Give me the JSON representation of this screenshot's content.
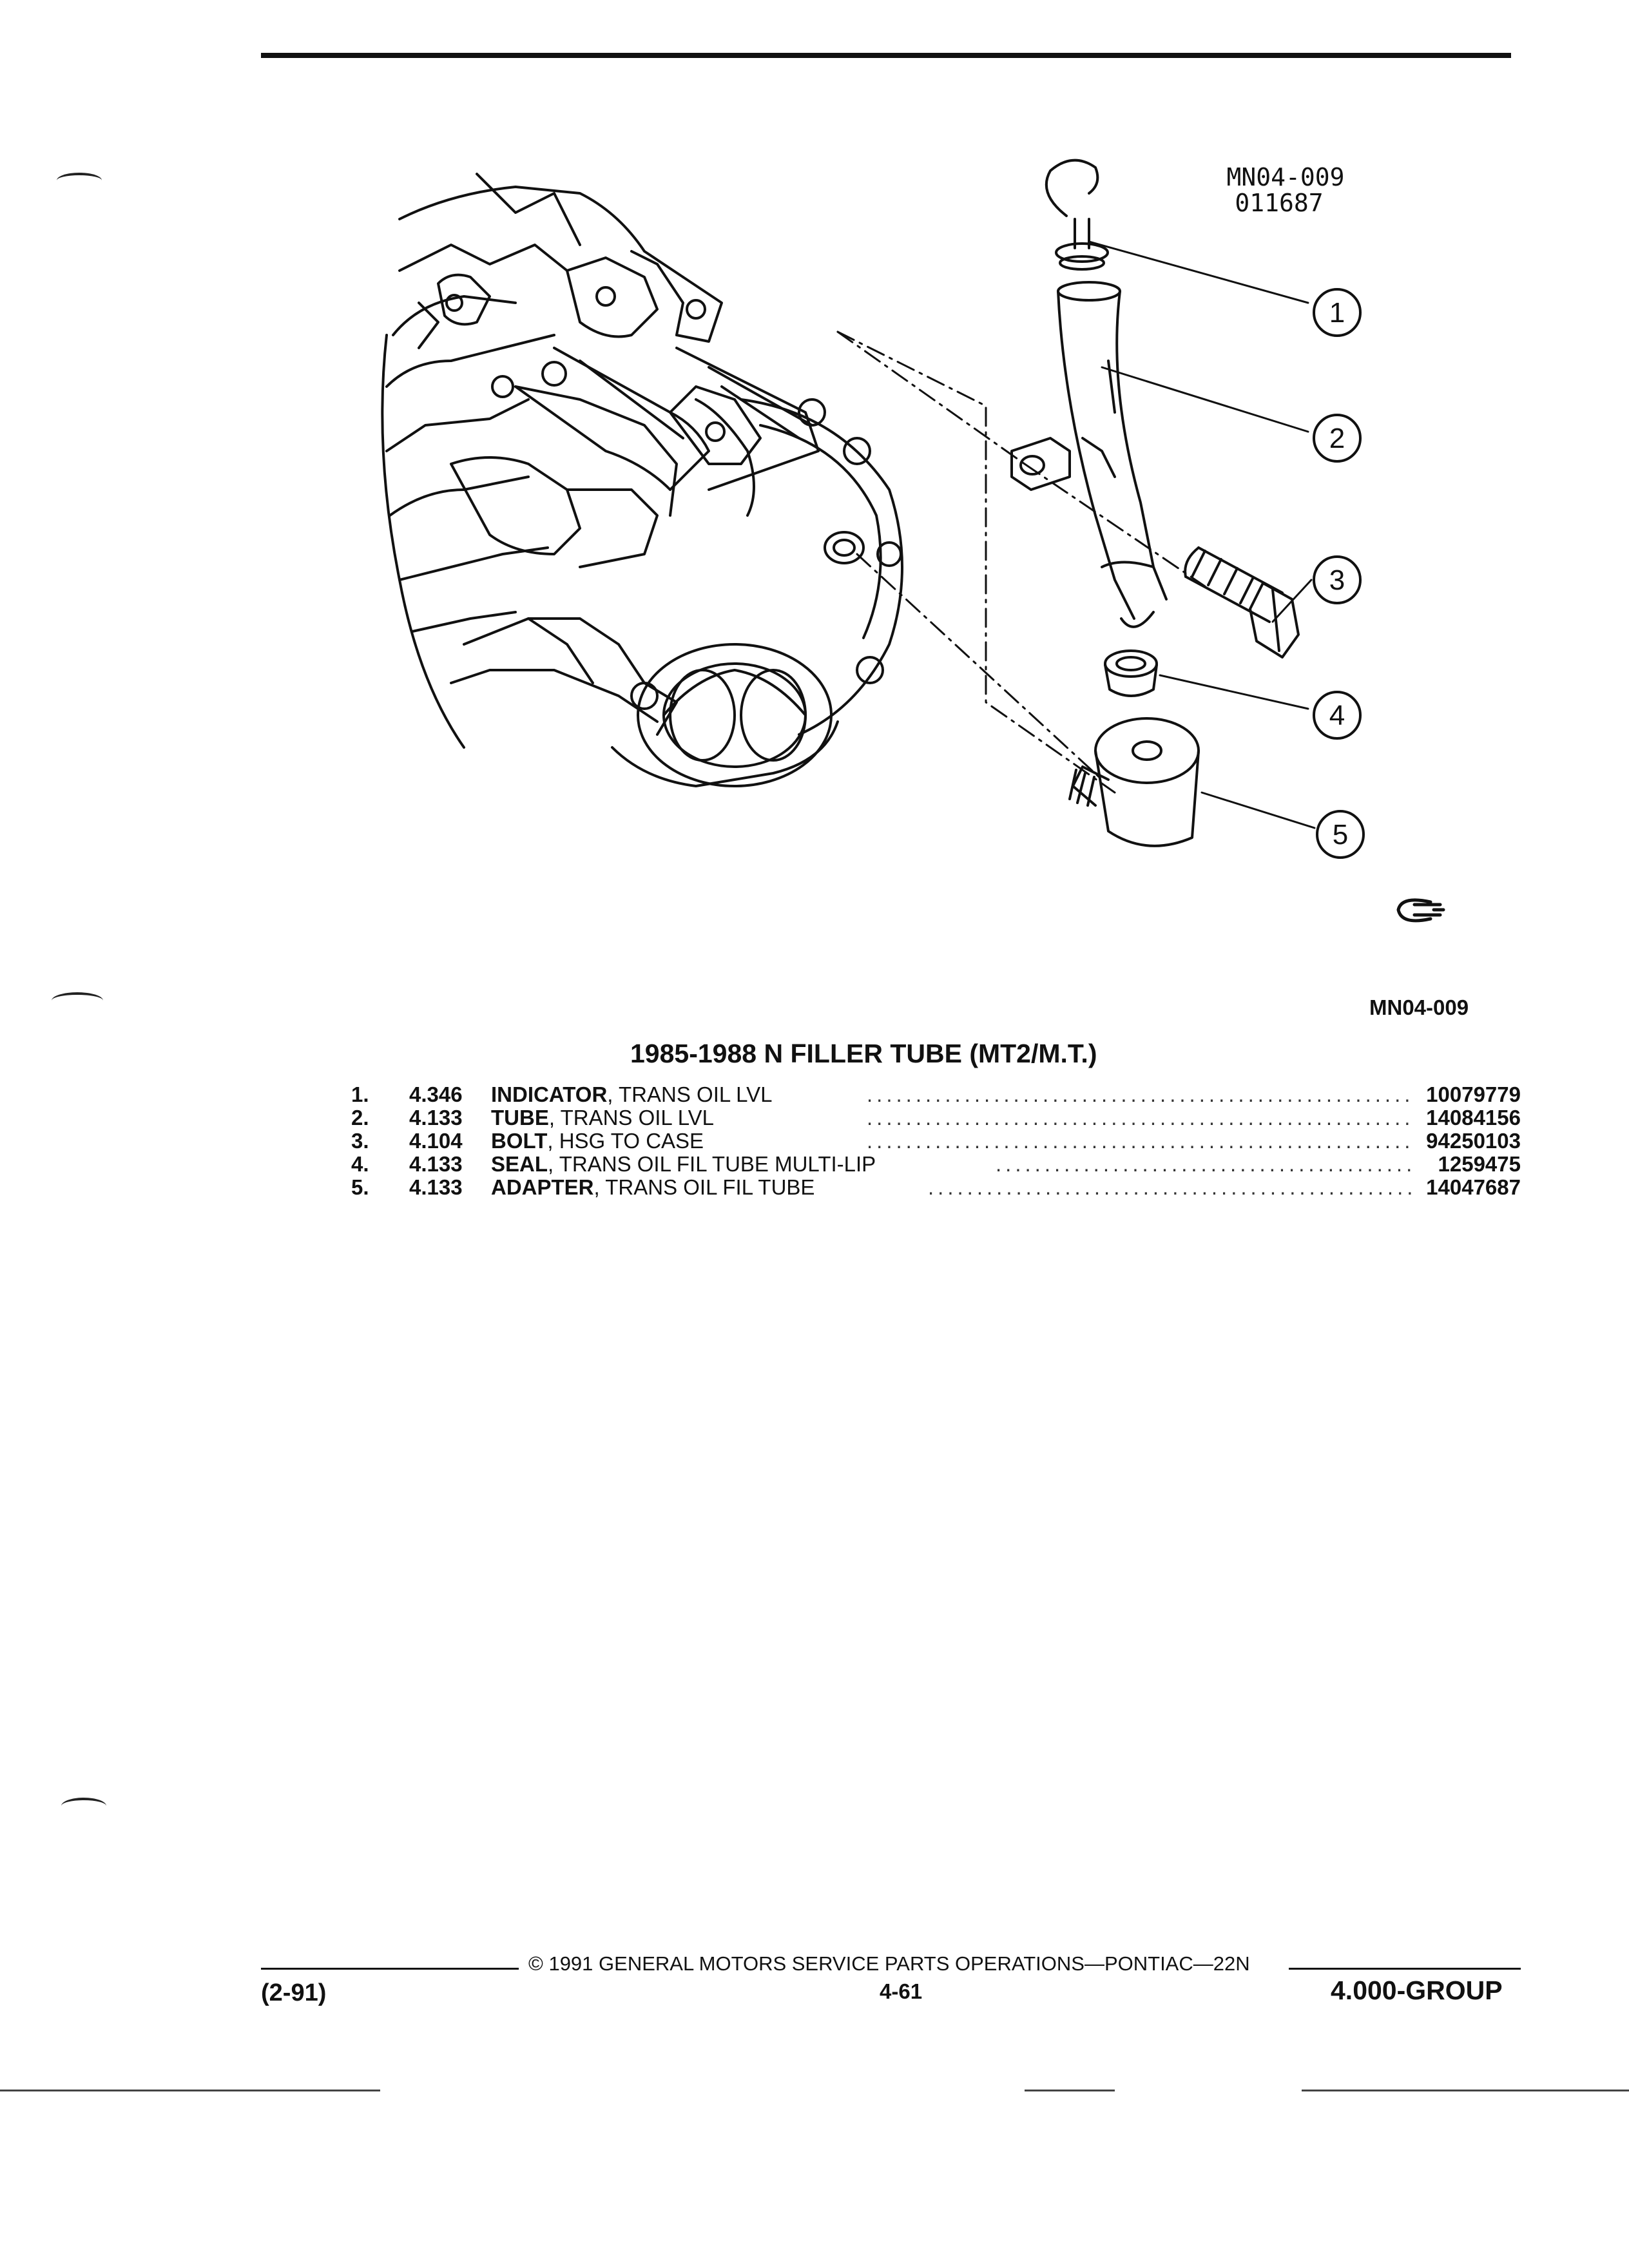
{
  "illustration": {
    "ref_code": "MN04-009",
    "ref_number": "011687",
    "callouts": [
      "1",
      "2",
      "3",
      "4",
      "5"
    ],
    "logo_label": "GM mark"
  },
  "figure_code": "MN04-009",
  "section_title": "1985-1988 N FILLER TUBE (MT2/M.T.)",
  "parts": [
    {
      "num": "1.",
      "group": "4.346",
      "name": "INDICATOR",
      "desc": ", TRANS OIL LVL",
      "part_no": "10079779"
    },
    {
      "num": "2.",
      "group": "4.133",
      "name": "TUBE",
      "desc": ", TRANS OIL LVL",
      "part_no": "14084156"
    },
    {
      "num": "3.",
      "group": "4.104",
      "name": "BOLT",
      "desc": ", HSG TO CASE",
      "part_no": "94250103"
    },
    {
      "num": "4.",
      "group": "4.133",
      "name": "SEAL",
      "desc": ", TRANS OIL FIL TUBE MULTI-LIP",
      "part_no": "1259475"
    },
    {
      "num": "5.",
      "group": "4.133",
      "name": "ADAPTER",
      "desc": ", TRANS OIL FIL TUBE",
      "part_no": "14047687"
    }
  ],
  "footer": {
    "copyright": "© 1991  GENERAL MOTORS SERVICE PARTS OPERATIONS—PONTIAC—22N",
    "date_code": "(2-91)",
    "page_number": "4-61",
    "group": "4.000-GROUP"
  }
}
